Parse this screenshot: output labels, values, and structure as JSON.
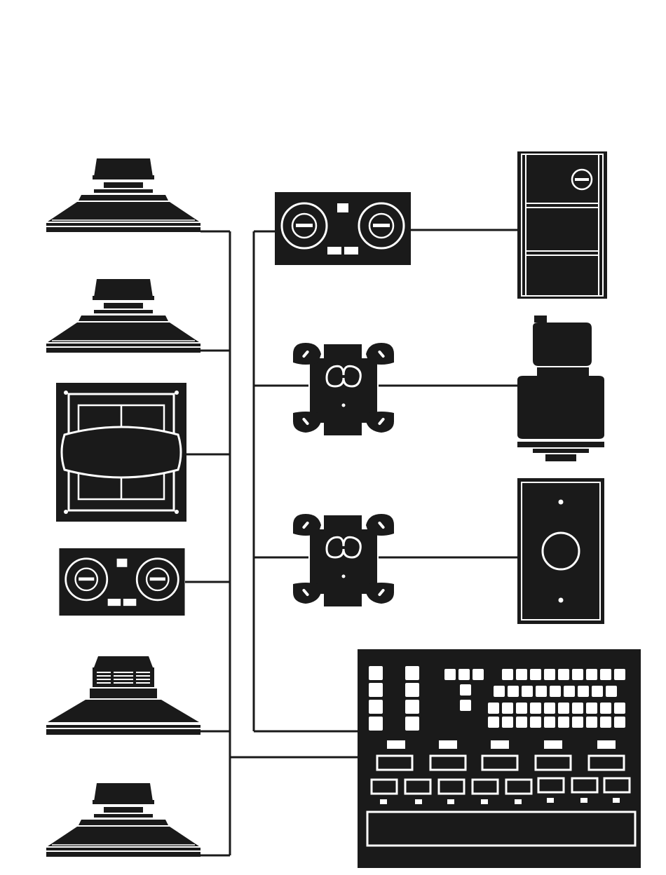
{
  "diagram": {
    "colors": {
      "ink": "#1a1a1a",
      "paper": "#ffffff"
    },
    "devices": [
      {
        "id": "ceiling-speaker-1",
        "icon": "ceiling-speaker-icon"
      },
      {
        "id": "ceiling-speaker-2",
        "icon": "ceiling-speaker-icon"
      },
      {
        "id": "flush-wall-speaker",
        "icon": "wall-speaker-icon"
      },
      {
        "id": "tape-deck-left",
        "icon": "tape-deck-icon"
      },
      {
        "id": "display-speaker",
        "icon": "speaker-display-icon"
      },
      {
        "id": "ceiling-speaker-3",
        "icon": "ceiling-speaker-icon"
      },
      {
        "id": "tape-deck-center",
        "icon": "tape-deck-icon"
      },
      {
        "id": "mounting-bracket-1",
        "icon": "bracket-icon"
      },
      {
        "id": "mounting-bracket-2",
        "icon": "bracket-icon"
      },
      {
        "id": "equipment-cabinet",
        "icon": "cabinet-icon"
      },
      {
        "id": "horn-speaker",
        "icon": "horn-speaker-icon"
      },
      {
        "id": "wall-plate",
        "icon": "wall-plate-icon"
      },
      {
        "id": "control-panel",
        "icon": "control-panel-icon"
      }
    ]
  }
}
